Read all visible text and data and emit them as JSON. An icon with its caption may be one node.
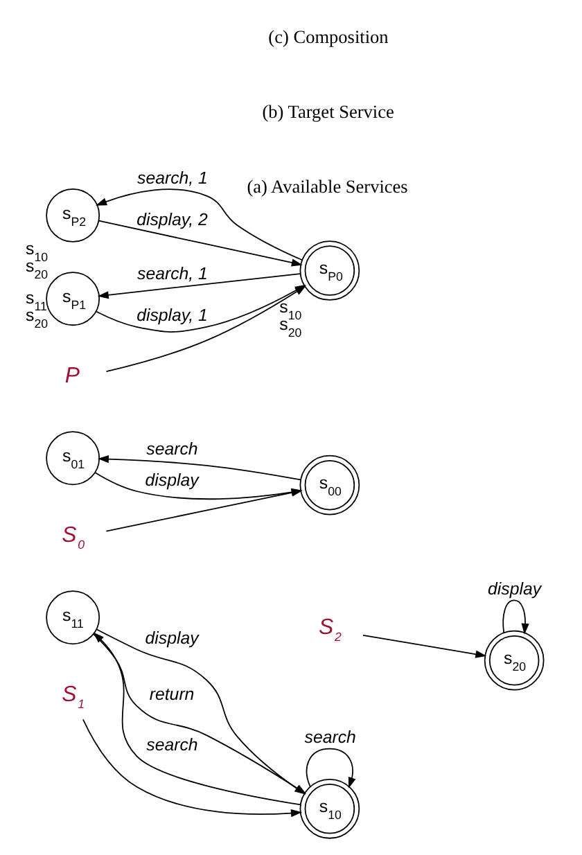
{
  "diagram": {
    "nodes": [
      {
        "text": [
          "S$_{1}$"
        ]
      },
      {
        "text": [
          "s$_{10}$"
        ]
      },
      {
        "text": [
          "s$_{11}$"
        ]
      },
      {
        "text": [
          "S$_{2}$"
        ]
      },
      {
        "text": [
          "s$_{20}$"
        ]
      },
      {
        "text": [
          "S$_{0}$"
        ]
      },
      {
        "text": [
          "s$_{00}$"
        ]
      },
      {
        "text": [
          "s$_{01}$"
        ]
      },
      {
        "text": [
          "P"
        ]
      },
      {
        "text": [
          "s$_{P0}$"
        ],
        "beside": [
          "s$_{10}$ s$_{20}$"
        ]
      },
      {
        "text": [
          "s$_{P1}$"
        ],
        "beside": [
          "s$_{11}$ s$_{20}$"
        ]
      },
      {
        "text": [
          "s$_{P2}$"
        ],
        "beside": [
          "s$_{10}$ s$_{20}$"
        ]
      }
    ],
    "edges": [
      {
        "from": 1,
        "to": 1,
        "arrow": "to",
        "label": "search"
      },
      {
        "from": 1,
        "to": 2,
        "arrow": "to",
        "label": "search"
      },
      {
        "from": 2,
        "to": 1,
        "arrow": "to",
        "label": "display"
      },
      {
        "from": 2,
        "to": 1,
        "arrow": "to",
        "label": "return"
      },
      {
        "from": 0,
        "to": 1,
        "arrow": "to"
      },
      {
        "from": 4,
        "to": 4,
        "arrow": "to",
        "label": "display"
      },
      {
        "from": 3,
        "to": 4,
        "arrow": "to"
      },
      {
        "from": 5,
        "to": 6,
        "arrow": "to"
      },
      {
        "from": 6,
        "to": 7,
        "arrow": "to",
        "label": "search"
      },
      {
        "from": 7,
        "to": 6,
        "arrow": "to",
        "label": "display"
      },
      {
        "from": 10,
        "to": 9,
        "arrow": "to",
        "label": "display, 1"
      },
      {
        "from": 9,
        "to": 10,
        "arrow": "to",
        "label": "search, 1"
      },
      {
        "from": 9,
        "to": 11,
        "arrow": "to",
        "label": "search, 1"
      },
      {
        "from": 11,
        "to": 9,
        "arrow": "to",
        "label": "display, 2"
      },
      {
        "from": 8,
        "to": 9,
        "arrow": "to"
      }
    ],
    "labels": [
      "(a) Available Services",
      "(b) Target Service",
      "(c) Composition"
    ]
  }
}
